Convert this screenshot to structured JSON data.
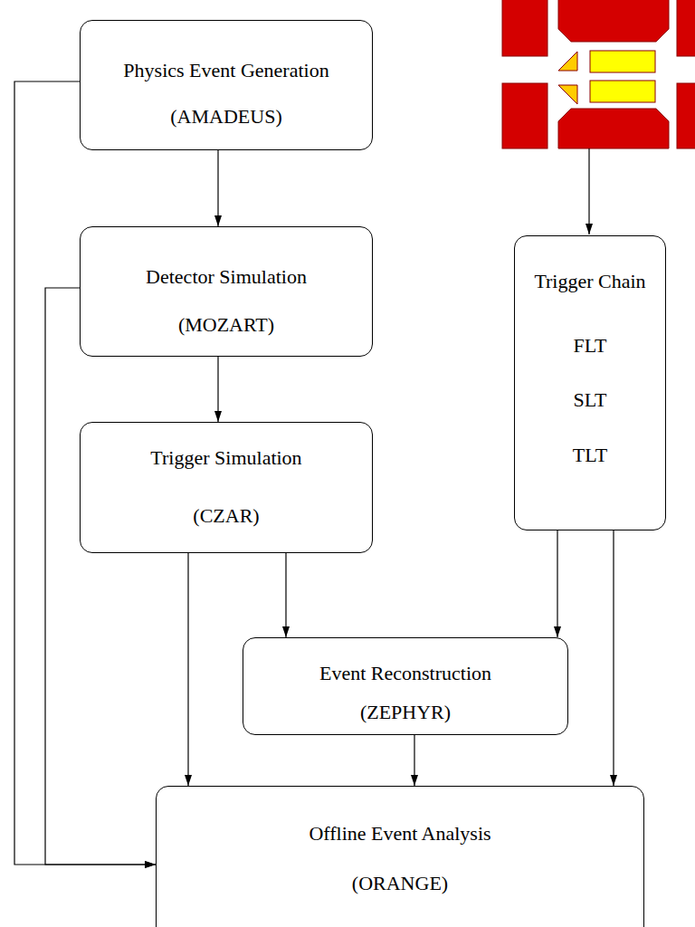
{
  "diagram": {
    "nodes": [
      {
        "text": [
          "Physics Event Generation",
          "(AMADEUS)"
        ]
      },
      {
        "text": [
          "Detector Simulation",
          "(MOZART)"
        ]
      },
      {
        "text": [
          "Trigger Simulation",
          "(CZAR)"
        ]
      },
      {
        "text": [
          "Trigger Chain",
          "FLT",
          "SLT",
          "TLT"
        ]
      },
      {
        "text": [
          "Event Reconstruction",
          "(ZEPHYR)"
        ]
      },
      {
        "text": [
          "Offline Event Analysis",
          "(ORANGE)"
        ]
      }
    ],
    "edges": [
      {
        "from": 0,
        "to": 1,
        "arrow": "to"
      },
      {
        "from": 1,
        "to": 2,
        "arrow": "to"
      },
      {
        "from": 2,
        "to": 4,
        "arrow": "to"
      },
      {
        "from": 3,
        "to": 4,
        "arrow": "to"
      },
      {
        "from": 4,
        "to": 5,
        "arrow": "to"
      },
      {
        "from": 2,
        "to": 5,
        "arrow": "to"
      },
      {
        "from": 3,
        "to": 5,
        "arrow": "to"
      },
      {
        "from": 0,
        "to": 5,
        "arrow": "to"
      },
      {
        "from": 1,
        "to": 5,
        "arrow": "to"
      }
    ]
  }
}
